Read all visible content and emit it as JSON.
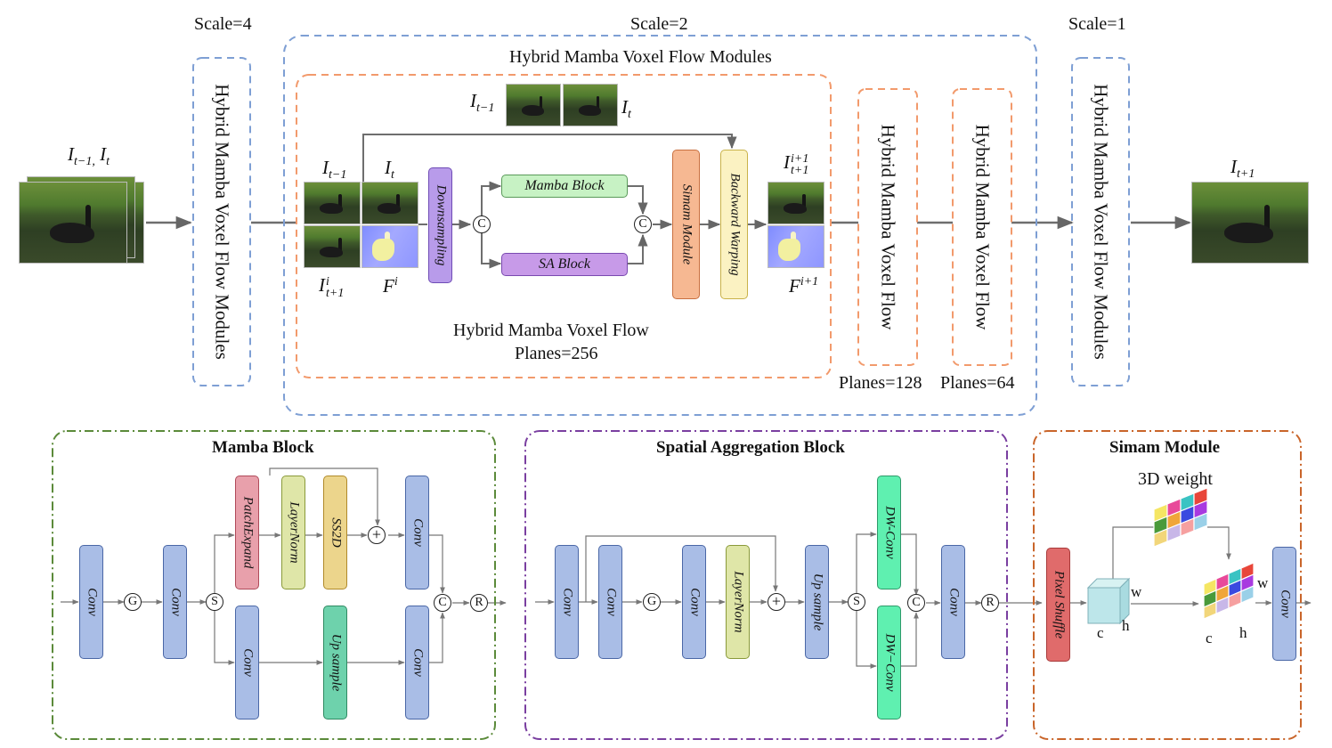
{
  "scales": {
    "s4": "Scale=4",
    "s2": "Scale=2",
    "s1": "Scale=1"
  },
  "modules_label": "Hybrid Mamba Voxel Flow Modules",
  "outer_group_title": "Hybrid Mamba Voxel Flow Modules",
  "inner": {
    "caption_line1": "Hybrid Mamba Voxel Flow",
    "caption_line2": "Planes=256",
    "downsampling": "Downsampling",
    "mamba_block": "Mamba Block",
    "sa_block": "SA Block",
    "simam_module": "Simam Module",
    "backward_warping": "Backward Warping",
    "concat": "C"
  },
  "flow_small": "Hybrid Mamba Voxel Flow",
  "planes_128": "Planes=128",
  "planes_64": "Planes=64",
  "math": {
    "input_pair": {
      "a": "I",
      "a_sub": "t−1,",
      "b": "I",
      "b_sub": "t"
    },
    "top_prev": {
      "base": "I",
      "sub": "t−1"
    },
    "top_cur": {
      "base": "I",
      "sub": "t"
    },
    "in_prev": {
      "base": "I",
      "sub": "t−1"
    },
    "in_cur": {
      "base": "I",
      "sub": "t"
    },
    "in_next": {
      "base": "I",
      "sup": "i",
      "sub": "t+1"
    },
    "in_flow": {
      "base": "F",
      "sup": "i"
    },
    "out_next": {
      "base": "I",
      "sup": "i+1",
      "sub": "t+1"
    },
    "out_flow": {
      "base": "F",
      "sup": "i+1"
    },
    "output": {
      "base": "I",
      "sub": "t+1"
    }
  },
  "mamba": {
    "title": "Mamba Block",
    "conv": "Conv",
    "patch_expand": "PatchExpand",
    "layer_norm": "LayerNorm",
    "ss2d": "SS2D",
    "up_sample": "Up sample",
    "g": "G",
    "s": "S",
    "c": "C",
    "r": "R"
  },
  "spatial": {
    "title": "Spatial Aggregation Block",
    "conv": "Conv",
    "layer_norm": "LayerNorm",
    "up_sample": "Up sample",
    "dw_conv": "DW-Conv",
    "dw_conv2": "DW−Conv",
    "g": "G",
    "s": "S",
    "c": "C",
    "r": "R"
  },
  "simam": {
    "title": "Simam Module",
    "weight": "3D weight",
    "pixel_shuffle": "Pixel Shuffle",
    "conv": "Conv",
    "w": "w",
    "c": "c",
    "h": "h"
  },
  "colors": {
    "blue_dash": "#7e9fd4",
    "orange_dash": "#f29a6c",
    "green_dashdot": "#5b8a3a",
    "purple_dashdot": "#7a3fa0",
    "orange_dashdot": "#c9652a",
    "conv_fill": "#a9bde6",
    "mamba_fill": "#c7f2c4",
    "sa_fill": "#c79ae8",
    "downsampling_fill": "#b89bea",
    "simam_fill": "#f6b892",
    "warp_fill": "#fbf2c2",
    "patch_fill": "#e8a0ab",
    "ln_fill": "#dfe6a8",
    "ss2d_fill": "#ecd58c",
    "upsample_fill": "#6ed2ac",
    "dwconv_fill": "#5ff0b0",
    "pixshuf_fill": "#e06b6b"
  }
}
